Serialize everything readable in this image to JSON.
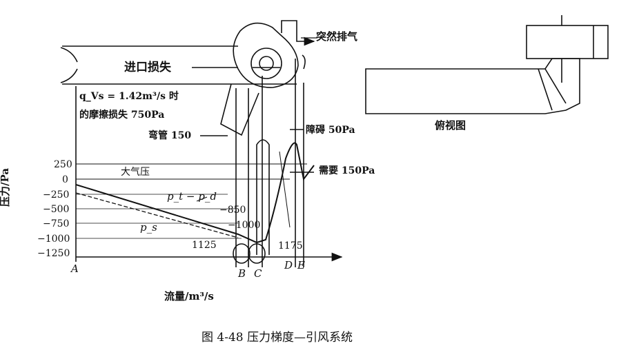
{
  "labels": {
    "sudden_exhaust": "突然排气",
    "inlet_loss": "进口损失",
    "flow_condition": "q_Vs = 1.42m³/s 时",
    "friction_loss": "的摩擦损失  750Pa",
    "elbow": "弯管 150",
    "obstacle": "障碍 50Pa",
    "atmospheric": "大气压",
    "required": "需要 150Pa",
    "top_view": "俯视图",
    "pt_pd": "p_t − p_d",
    "ps": "p_s",
    "v_850": "−850",
    "v_1000": "−1000",
    "v_1125": "1125",
    "v_1175": "1175"
  },
  "axes": {
    "ylabel": "压力/Pa",
    "xlabel": "流量/m³/s",
    "yticks": [
      "250",
      "0",
      "−250",
      "−500",
      "−750",
      "−1000",
      "−1250"
    ],
    "points": [
      "A",
      "B",
      "C",
      "D",
      "E"
    ]
  },
  "caption": "图 4-48   压力梯度—引风系统"
}
